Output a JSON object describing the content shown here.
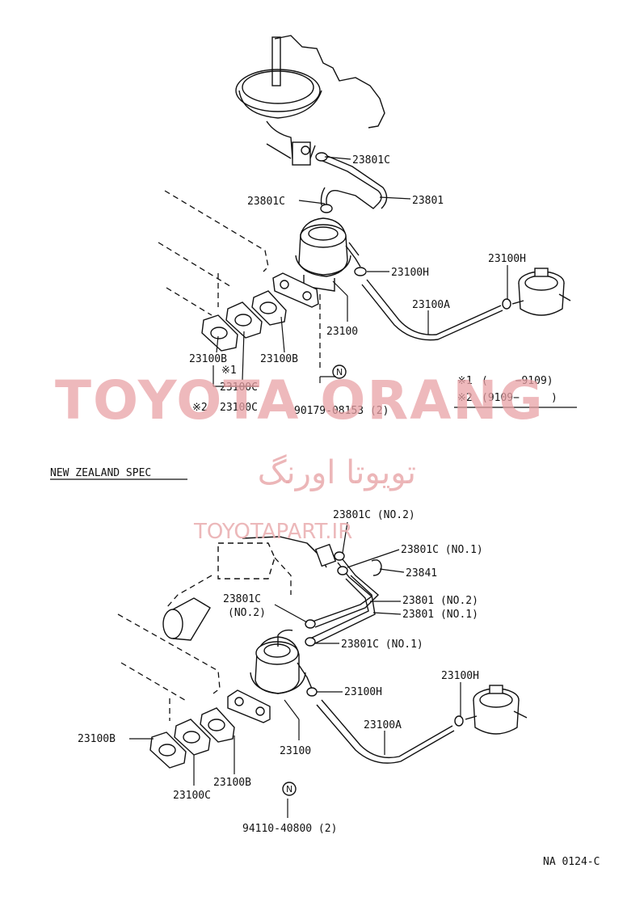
{
  "top": {
    "labels": {
      "hose_clip_upper": "23801C",
      "hose_clip_lower": "23801C",
      "hose": "23801",
      "fuel_hose_clip": "23100H",
      "filter_clip": "23100H",
      "fuel_hose": "23100A",
      "pump": "23100",
      "gasket_b_left": "23100B",
      "gasket_b_right": "23100B",
      "gasket_c_1": "23100C",
      "gasket_c_2": "23100C",
      "bolt": "90179-08153 (2)",
      "mark1": "※1",
      "mark2": "※2"
    },
    "legend": {
      "row1_mark": "※1",
      "row1_text": "(　　 −9109)",
      "row2_mark": "※2",
      "row2_text": "(9109−　　　)"
    },
    "new_part_symbol": "N"
  },
  "bottom": {
    "section_title": "NEW ZEALAND SPEC",
    "labels": {
      "clip_no2_top": "23801C (NO.2)",
      "clip_no1_top": "23801C (NO.1)",
      "clamp": "23841",
      "clip_no2_left": "23801C",
      "clip_no2_left_sub": "(NO.2)",
      "hose_no2": "23801 (NO.2)",
      "hose_no1": "23801 (NO.1)",
      "clip_no1_lower": "23801C (NO.1)",
      "fuel_hose_clip": "23100H",
      "filter_clip": "23100H",
      "fuel_hose": "23100A",
      "gasket_b_left": "23100B",
      "pump": "23100",
      "gasket_b_right": "23100B",
      "gasket_c": "23100C",
      "bolt": "94110-40800 (2)"
    },
    "new_part_symbol": "N"
  },
  "watermark": {
    "brand": "TOYOTA ORANG",
    "persian": "تویوتا اورنگ",
    "url": "TOYOTAPART.IR"
  },
  "figure_code": "NA 0124-C"
}
